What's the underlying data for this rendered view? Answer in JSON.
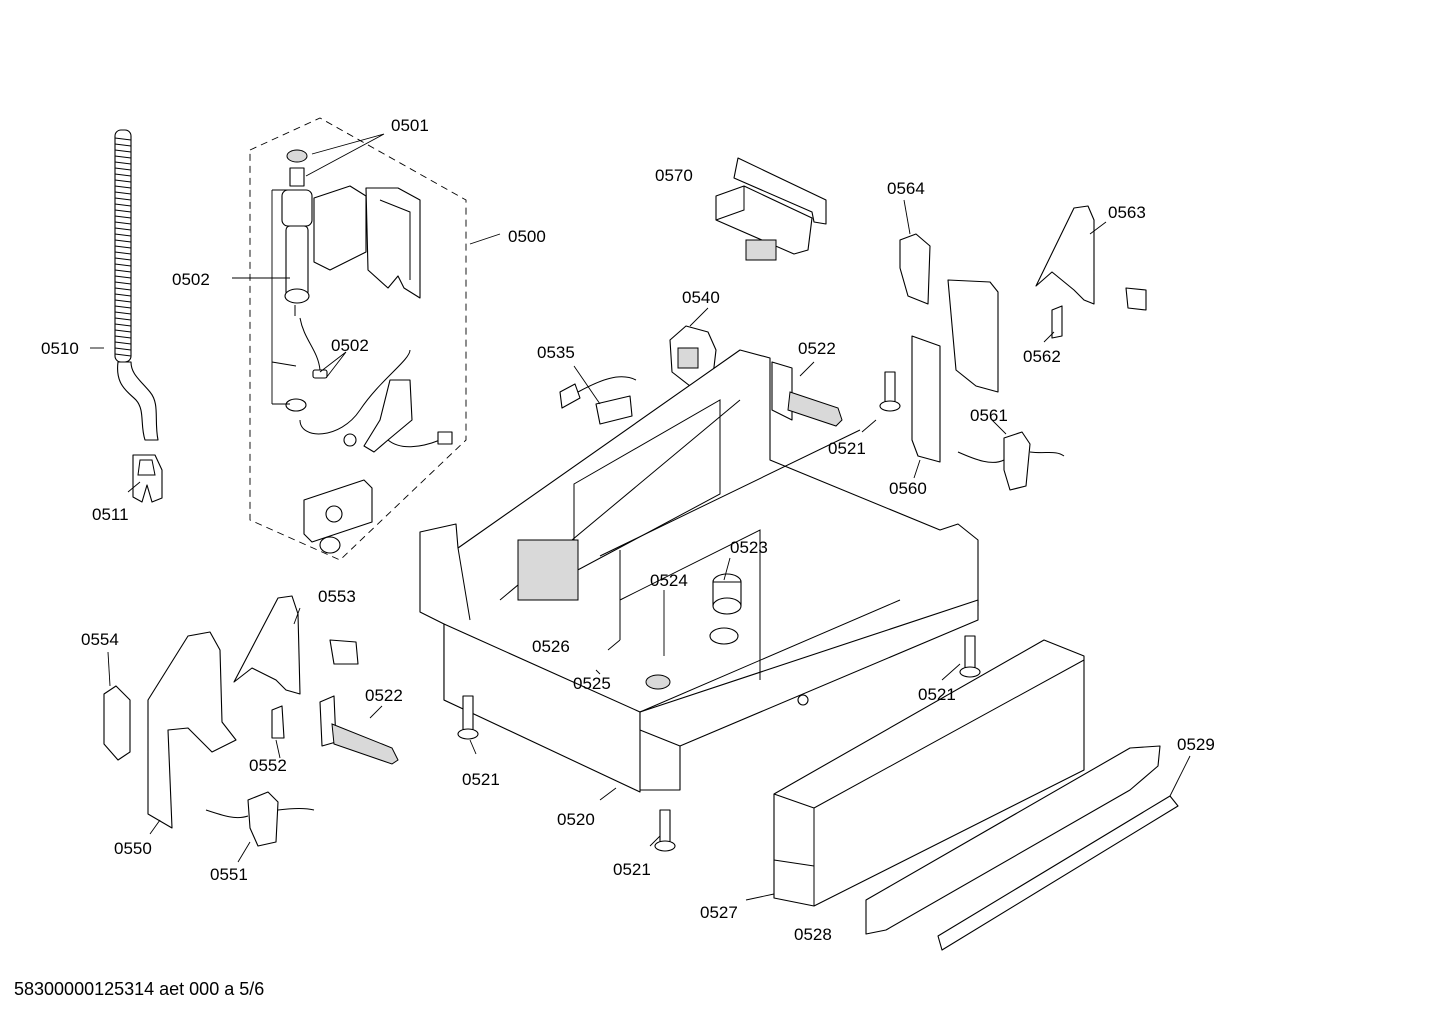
{
  "drawing": {
    "labels": {
      "l0500": "0500",
      "l0501": "0501",
      "l0502a": "0502",
      "l0502b": "0502",
      "l0510": "0510",
      "l0511": "0511",
      "l0520": "0520",
      "l0521a": "0521",
      "l0521b": "0521",
      "l0521c": "0521",
      "l0521d": "0521",
      "l0522a": "0522",
      "l0522b": "0522",
      "l0523": "0523",
      "l0524": "0524",
      "l0525": "0525",
      "l0526": "0526",
      "l0527": "0527",
      "l0528": "0528",
      "l0529": "0529",
      "l0535": "0535",
      "l0540": "0540",
      "l0550": "0550",
      "l0551": "0551",
      "l0552": "0552",
      "l0553": "0553",
      "l0554": "0554",
      "l0560": "0560",
      "l0561": "0561",
      "l0562": "0562",
      "l0563": "0563",
      "l0564": "0564",
      "l0570": "0570"
    }
  },
  "footer": {
    "code": "58300000125314 aet 000 a 5/6"
  }
}
